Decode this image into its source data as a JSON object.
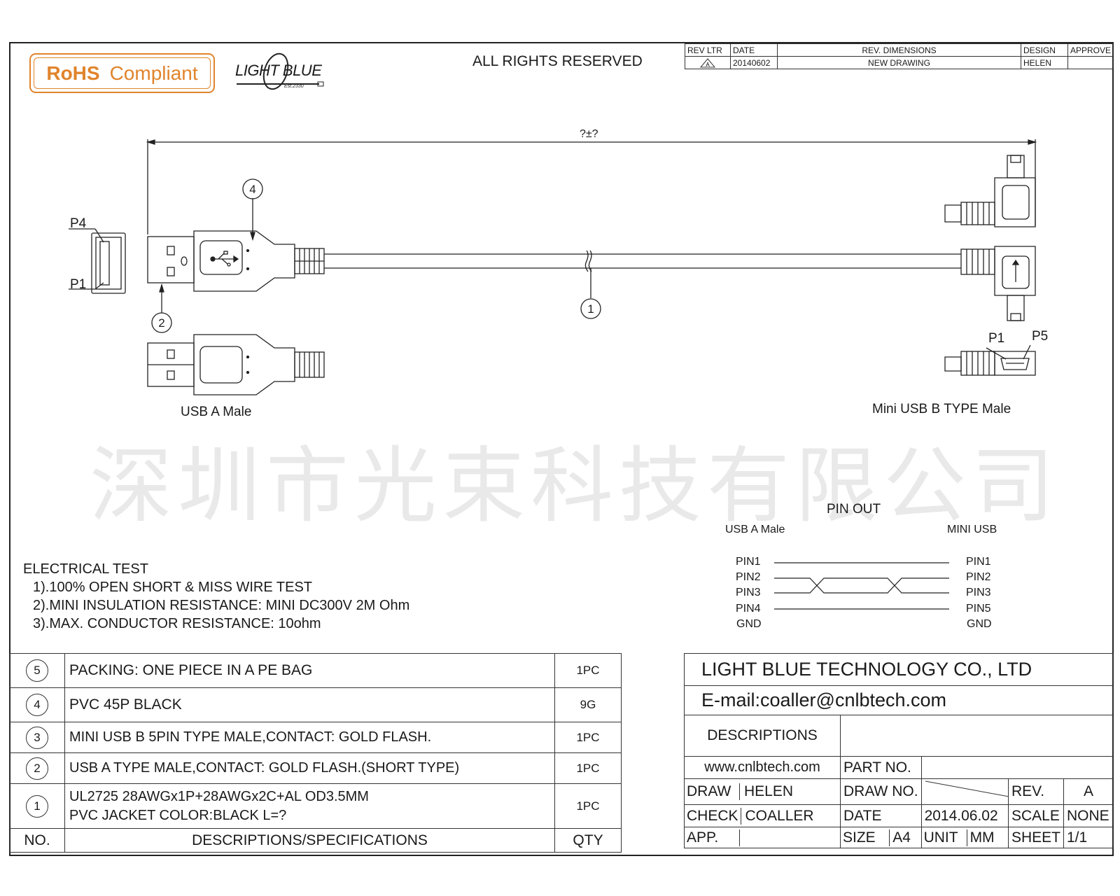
{
  "header": {
    "rohs_bold": "RoHS",
    "rohs_rest": "Compliant",
    "logo_text": "LIGHT BLUE",
    "logo_est": "Est.2330",
    "rights": "ALL RIGHTS RESERVED"
  },
  "revision": {
    "headers": [
      "REV LTR",
      "DATE",
      "REV. DIMENSIONS",
      "DESIGN",
      "APPROVE"
    ],
    "row": {
      "rev": "A",
      "date": "20140602",
      "desc": "NEW DRAWING",
      "design": "HELEN",
      "approve": ""
    }
  },
  "drawing": {
    "length_dim": "?±?",
    "callouts": [
      "1",
      "2",
      "4"
    ],
    "pin_labels": {
      "p4": "P4",
      "p1_left": "P1",
      "p1_right": "P1",
      "p5": "P5"
    },
    "usb_a_label": "USB A Male",
    "mini_label": "Mini USB B TYPE Male"
  },
  "watermark": "深圳市光束科技有限公司",
  "pinout": {
    "title": "PIN OUT",
    "left_header": "USB A Male",
    "right_header": "MINI USB",
    "left": [
      "PIN1",
      "PIN2",
      "PIN3",
      "PIN4",
      "GND"
    ],
    "right": [
      "PIN1",
      "PIN2",
      "PIN3",
      "PIN5",
      "GND"
    ]
  },
  "electrical": {
    "title": "ELECTRICAL TEST",
    "items": [
      "1).100% OPEN SHORT & MISS WIRE TEST",
      "2).MINI INSULATION RESISTANCE: MINI DC300V 2M Ohm",
      "3).MAX. CONDUCTOR RESISTANCE: 10ohm"
    ]
  },
  "bom": {
    "rows": [
      {
        "no": "5",
        "desc": "PACKING: ONE PIECE IN A PE BAG",
        "qty": "1PC"
      },
      {
        "no": "4",
        "desc": "PVC 45P BLACK",
        "qty": "9G"
      },
      {
        "no": "3",
        "desc": "MINI USB B 5PIN TYPE MALE,CONTACT: GOLD FLASH.",
        "qty": "1PC"
      },
      {
        "no": "2",
        "desc": "USB A TYPE MALE,CONTACT: GOLD FLASH.(SHORT TYPE)",
        "qty": "1PC"
      },
      {
        "no": "1",
        "desc": "UL2725  28AWGx1P+28AWGx2C+AL OD3.5MM",
        "desc2": "PVC JACKET COLOR:BLACK L=?",
        "qty": "1PC"
      }
    ],
    "footer": {
      "no": "NO.",
      "desc": "DESCRIPTIONS/SPECIFICATIONS",
      "qty": "QTY"
    }
  },
  "title_block": {
    "company": "LIGHT BLUE TECHNOLOGY CO., LTD",
    "email": "E-mail:coaller@cnlbtech.com",
    "descriptions": "DESCRIPTIONS",
    "website": "www.cnlbtech.com",
    "part_no_label": "PART NO.",
    "draw_label": "DRAW",
    "draw_value": "HELEN",
    "draw_no_label": "DRAW NO.",
    "rev_label": "REV.",
    "rev_value": "A",
    "check_label": "CHECK",
    "check_value": "COALLER",
    "date_label": "DATE",
    "date_value": "2014.06.02",
    "scale_label": "SCALE",
    "scale_value": "NONE",
    "app_label": "APP.",
    "size_label": "SIZE",
    "size_value": "A4",
    "unit_label": "UNIT",
    "unit_value": "MM",
    "sheet_label": "SHEET",
    "sheet_value": "1/1"
  }
}
